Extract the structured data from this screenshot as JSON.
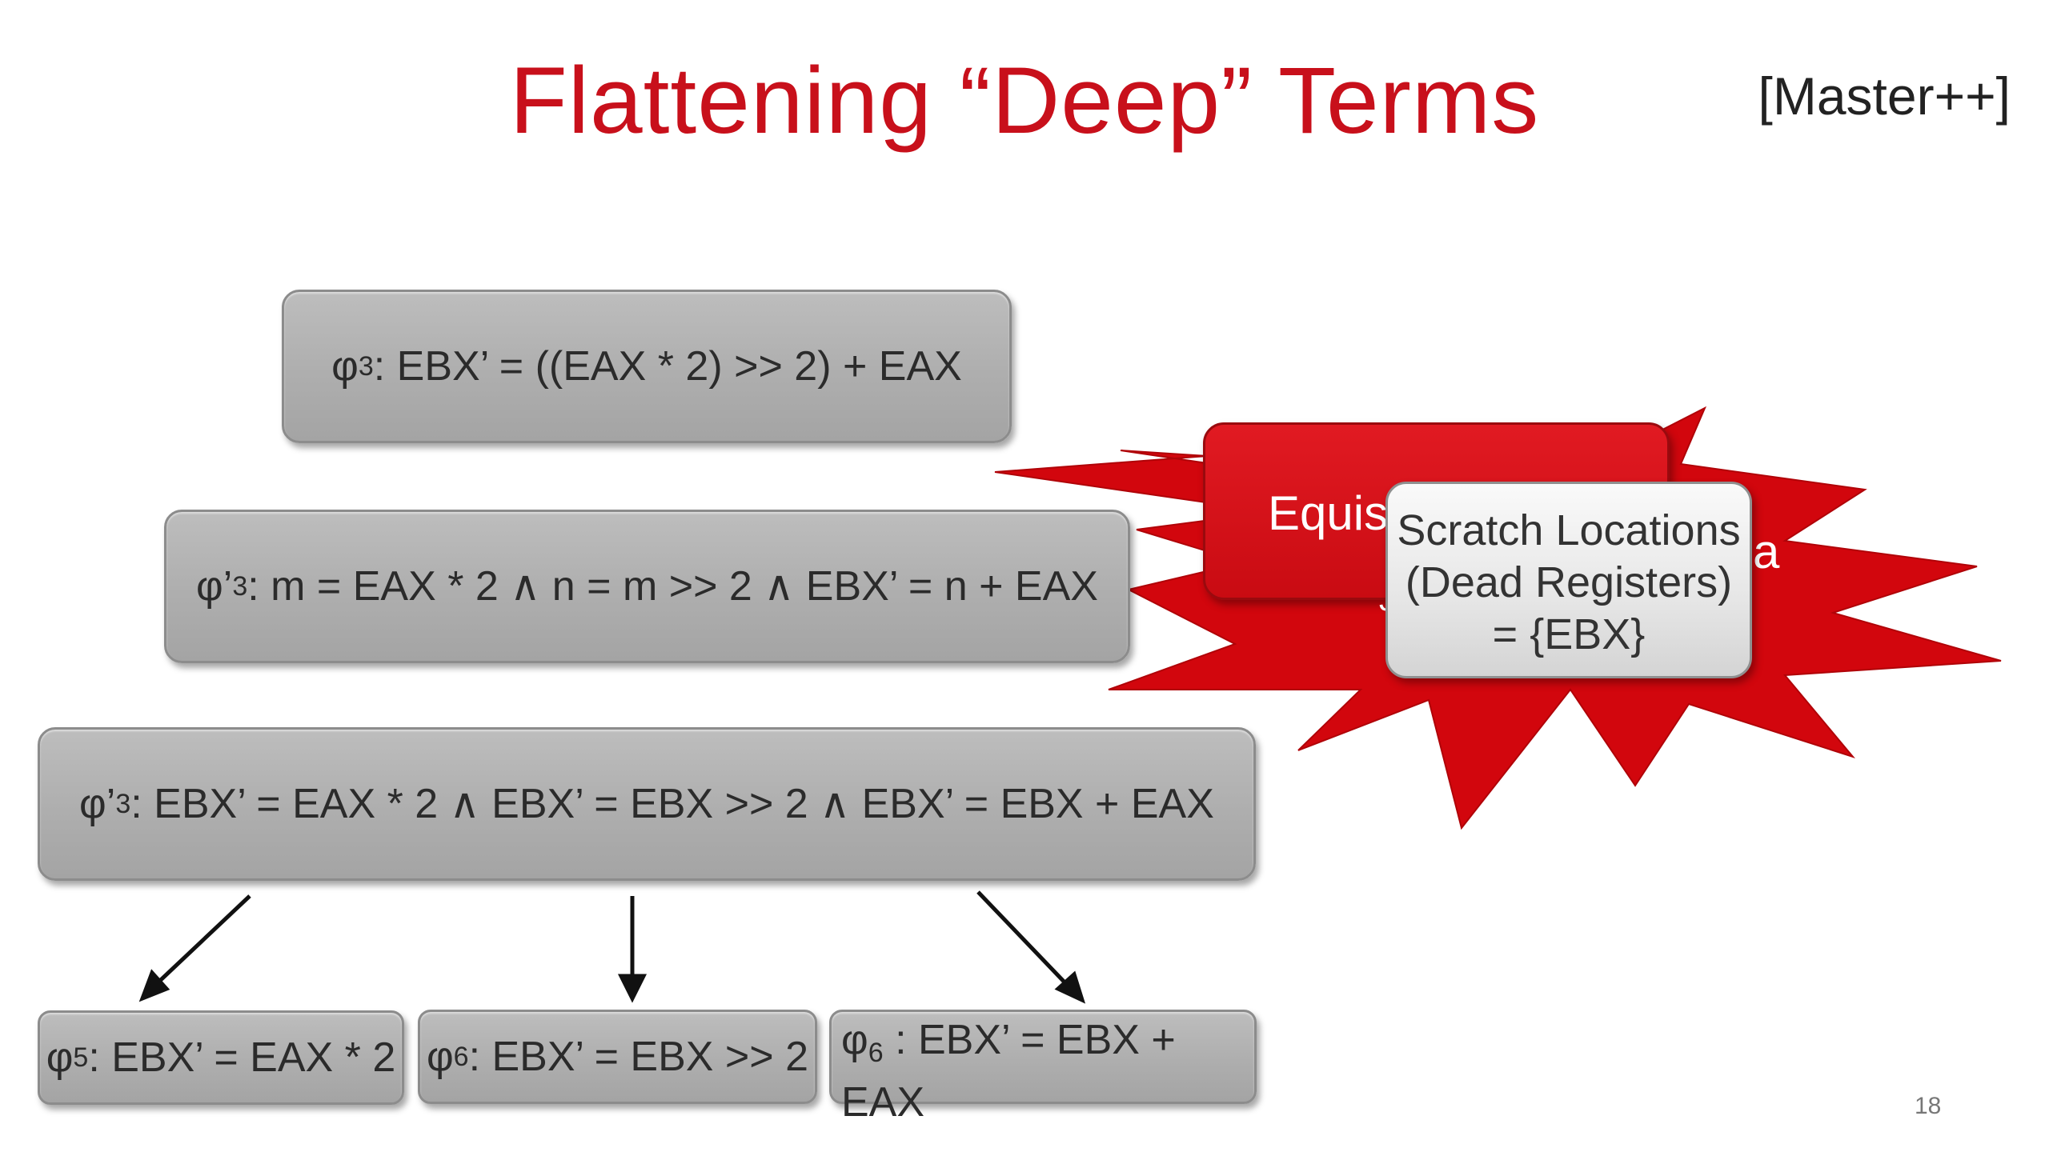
{
  "title": "Flattening “Deep” Terms",
  "tag": "[Master++]",
  "formulas": {
    "phi3": {
      "symbol": "φ",
      "sub": "3",
      "text": " : EBX’ = ((EAX * 2) >> 2) + EAX"
    },
    "phi3_prime_a": {
      "symbol": "φ’",
      "sub": "3",
      "text": " : m = EAX * 2 ∧ n = m >> 2 ∧ EBX’ = n  + EAX"
    },
    "phi3_prime_b": {
      "symbol": "φ’",
      "sub": "3",
      "text": " : EBX’ = EAX * 2 ∧ EBX’ = EBX >> 2 ∧ EBX’ = EBX  + EAX"
    },
    "phi5": {
      "symbol": "φ",
      "sub": "5",
      "text": " : EBX’ = EAX * 2"
    },
    "phi6a": {
      "symbol": "φ",
      "sub": "6",
      "text": " : EBX’ = EBX >> 2"
    },
    "phi6b": {
      "symbol": "φ",
      "sub": "6",
      "text": " : EBX’ = EBX + EAX"
    }
  },
  "callout": {
    "label_partial": "Equis",
    "label_fragment": "a",
    "label_fragment2": "J"
  },
  "popup": {
    "line1": "Scratch Locations",
    "line2": "(Dead Registers)",
    "line3": "= {EBX}"
  },
  "page_number": "18",
  "colors": {
    "title_red": "#c8101b",
    "starburst_red": "#d2060d",
    "box_gray": "#aeaeae",
    "popup_gray": "#e6e6e6"
  }
}
